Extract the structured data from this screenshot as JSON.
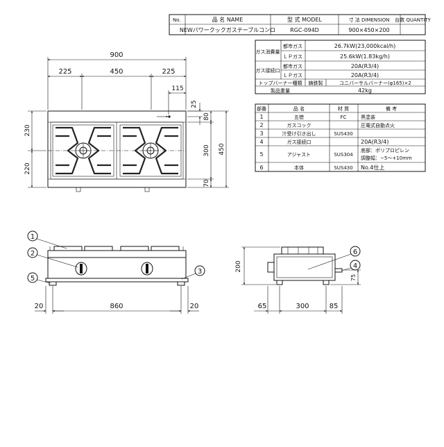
{
  "header_table": {
    "col_no": "No.",
    "col_name": "品 名 NAME",
    "col_model": "型 式 MODEL",
    "col_dimension": "寸 法 DIMENSION",
    "col_quantity": "台数 QUANTITY",
    "row_no": "",
    "row_name": "NEWパワークックガステーブルコンロ",
    "row_model": "RGC-094D",
    "row_dimension": "900×450×200",
    "row_quantity": ""
  },
  "spec_table": {
    "gas_consumption": "ガス消費量",
    "city_gas": "都市ガス",
    "lp_gas": "ＬＰガス",
    "city_gas_consumption": "26.7kW(23,000kcal/h)",
    "lp_gas_consumption": "25.6kW(1.83kg/h)",
    "gas_connection": "ガス接続口",
    "city_gas_connection_label": "都市ガス",
    "lp_gas_connection_label": "ＬＰガス",
    "city_gas_connection": "20A(R3/4)",
    "lp_gas_connection": "20A(R3/4)",
    "top_burner_label": "トップバーナー種類",
    "top_burner_material": "鋳鉄製",
    "top_burner_value": "ユニバーサルバーナー(φ165)×2",
    "weight_label": "製品重量",
    "weight_value": "42kg"
  },
  "parts_table": {
    "headers": [
      "部番",
      "品 名",
      "材 質",
      "備 考"
    ],
    "rows": [
      {
        "no": "1",
        "name": "五徳",
        "material": "FC",
        "note": "黒塗装"
      },
      {
        "no": "2",
        "name": "ガスコック",
        "material": "",
        "note": "圧電式自動点火"
      },
      {
        "no": "3",
        "name": "汁受け引き出し",
        "material": "SUS430",
        "note": ""
      },
      {
        "no": "4",
        "name": "ガス接続口",
        "material": "",
        "note": "20A(R3/4)"
      },
      {
        "no": "5",
        "name": "アジャスト",
        "material": "SUS304",
        "note": "底部：ポリプロピレン",
        "note2": "調整幅：−5〜+10mm"
      },
      {
        "no": "6",
        "name": "本体",
        "material": "SUS430",
        "note": "No.4仕上"
      }
    ]
  },
  "plan_view": {
    "overall_width": "900",
    "seg_left": "225",
    "seg_mid": "450",
    "seg_right": "225",
    "inlet_offset": "115",
    "inlet_from_top": "25",
    "depth_top": "80",
    "depth_mid": "300",
    "depth_bottom": "70",
    "overall_depth": "450",
    "left_top": "230",
    "left_bottom": "220"
  },
  "front_view": {
    "callout_1": "1",
    "callout_2": "2",
    "callout_3": "3",
    "callout_5": "5",
    "left_gap": "20",
    "width_between_feet": "860",
    "right_gap": "20"
  },
  "side_view": {
    "callout_4": "4",
    "callout_6": "6",
    "height": "200",
    "inlet_height": "75",
    "front_gap": "65",
    "feet_span": "300",
    "back_gap": "85"
  }
}
